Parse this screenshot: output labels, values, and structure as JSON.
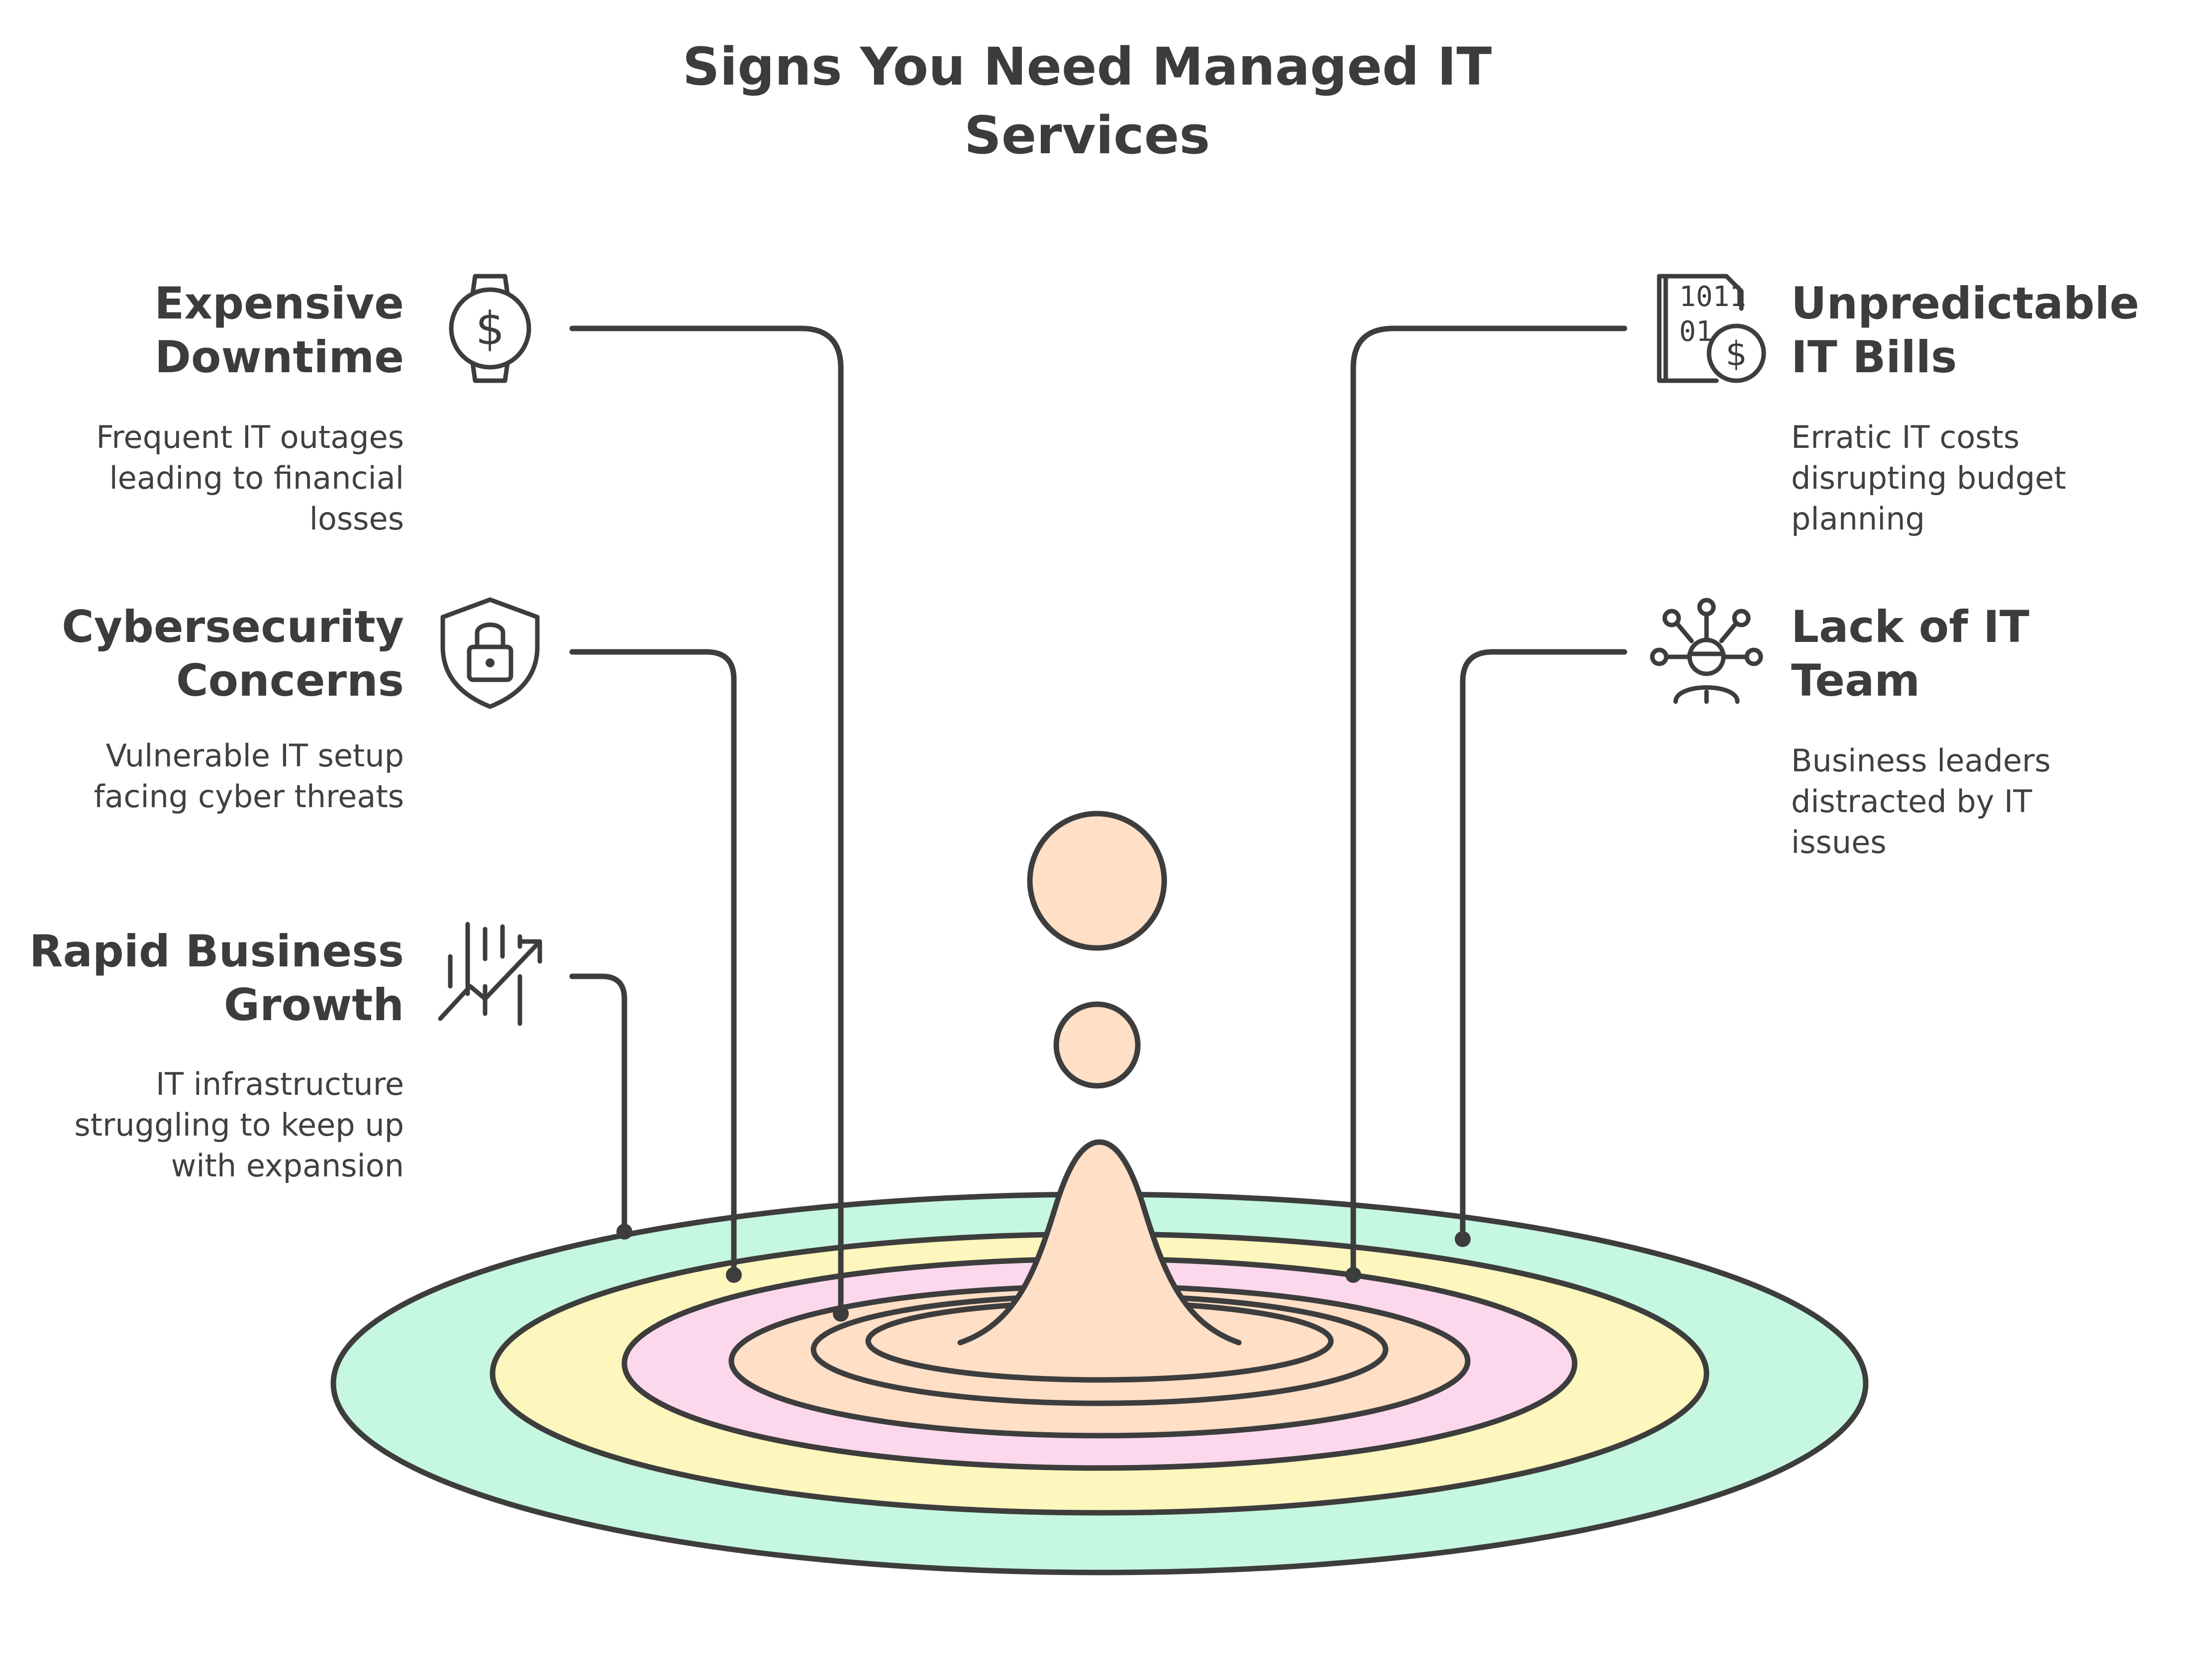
{
  "title": [
    "Signs You Need Managed IT",
    "Services"
  ],
  "colors": {
    "ink": "#3d3d3d",
    "ring_green": "#c6f7e0",
    "ring_yellow": "#fdf6bd",
    "ring_pink": "#fdd8ec",
    "drop_peach": "#ffdfc6"
  },
  "items": [
    {
      "id": "expensive-downtime",
      "side": "left",
      "icon": "watch-dollar-icon",
      "heading": [
        "Expensive",
        "Downtime"
      ],
      "description": [
        "Frequent IT outages",
        "leading to financial",
        "losses"
      ]
    },
    {
      "id": "cybersecurity-concerns",
      "side": "left",
      "icon": "shield-lock-icon",
      "heading": [
        "Cybersecurity",
        "Concerns"
      ],
      "description": [
        "Vulnerable IT setup",
        "facing cyber threats"
      ]
    },
    {
      "id": "rapid-business-growth",
      "side": "left",
      "icon": "growth-chart-icon",
      "heading": [
        "Rapid Business",
        "Growth"
      ],
      "description": [
        "IT infrastructure",
        "struggling to keep up",
        "with expansion"
      ]
    },
    {
      "id": "unpredictable-it-bills",
      "side": "right",
      "icon": "binary-bill-dollar-icon",
      "heading": [
        "Unpredictable",
        "IT Bills"
      ],
      "description": [
        "Erratic IT costs",
        "disrupting budget",
        "planning"
      ]
    },
    {
      "id": "lack-of-it-team",
      "side": "right",
      "icon": "person-network-icon",
      "heading": [
        "Lack of IT",
        "Team"
      ],
      "description": [
        "Business leaders",
        "distracted by IT",
        "issues"
      ]
    }
  ]
}
